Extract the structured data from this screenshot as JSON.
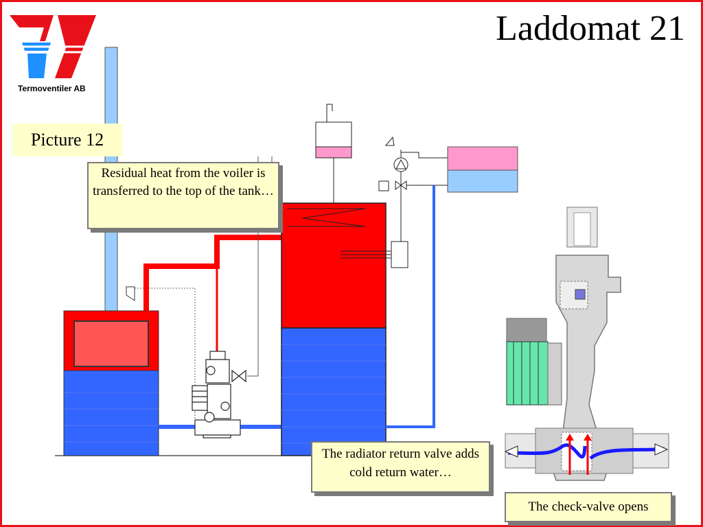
{
  "header": {
    "title": "Laddomat 21",
    "company": "Termoventiler AB"
  },
  "labels": {
    "picture": "Picture 12",
    "callout_heat": "Residual heat from the voiler is transferred to the top of the tank…",
    "callout_return": "The radiator return valve adds cold return water…",
    "callout_check": "The check-valve opens"
  },
  "colors": {
    "frame": "#e8111a",
    "hot": "#ff0000",
    "cold": "#3366ff",
    "chimney": "#99ccff",
    "callout_bg": "#ffffcc",
    "pump_motor": "#66e6aa",
    "tank_pink": "#ff99cc",
    "tank_lightblue": "#99ccff",
    "logo_red": "#e8111a",
    "logo_blue": "#1e90ff"
  }
}
